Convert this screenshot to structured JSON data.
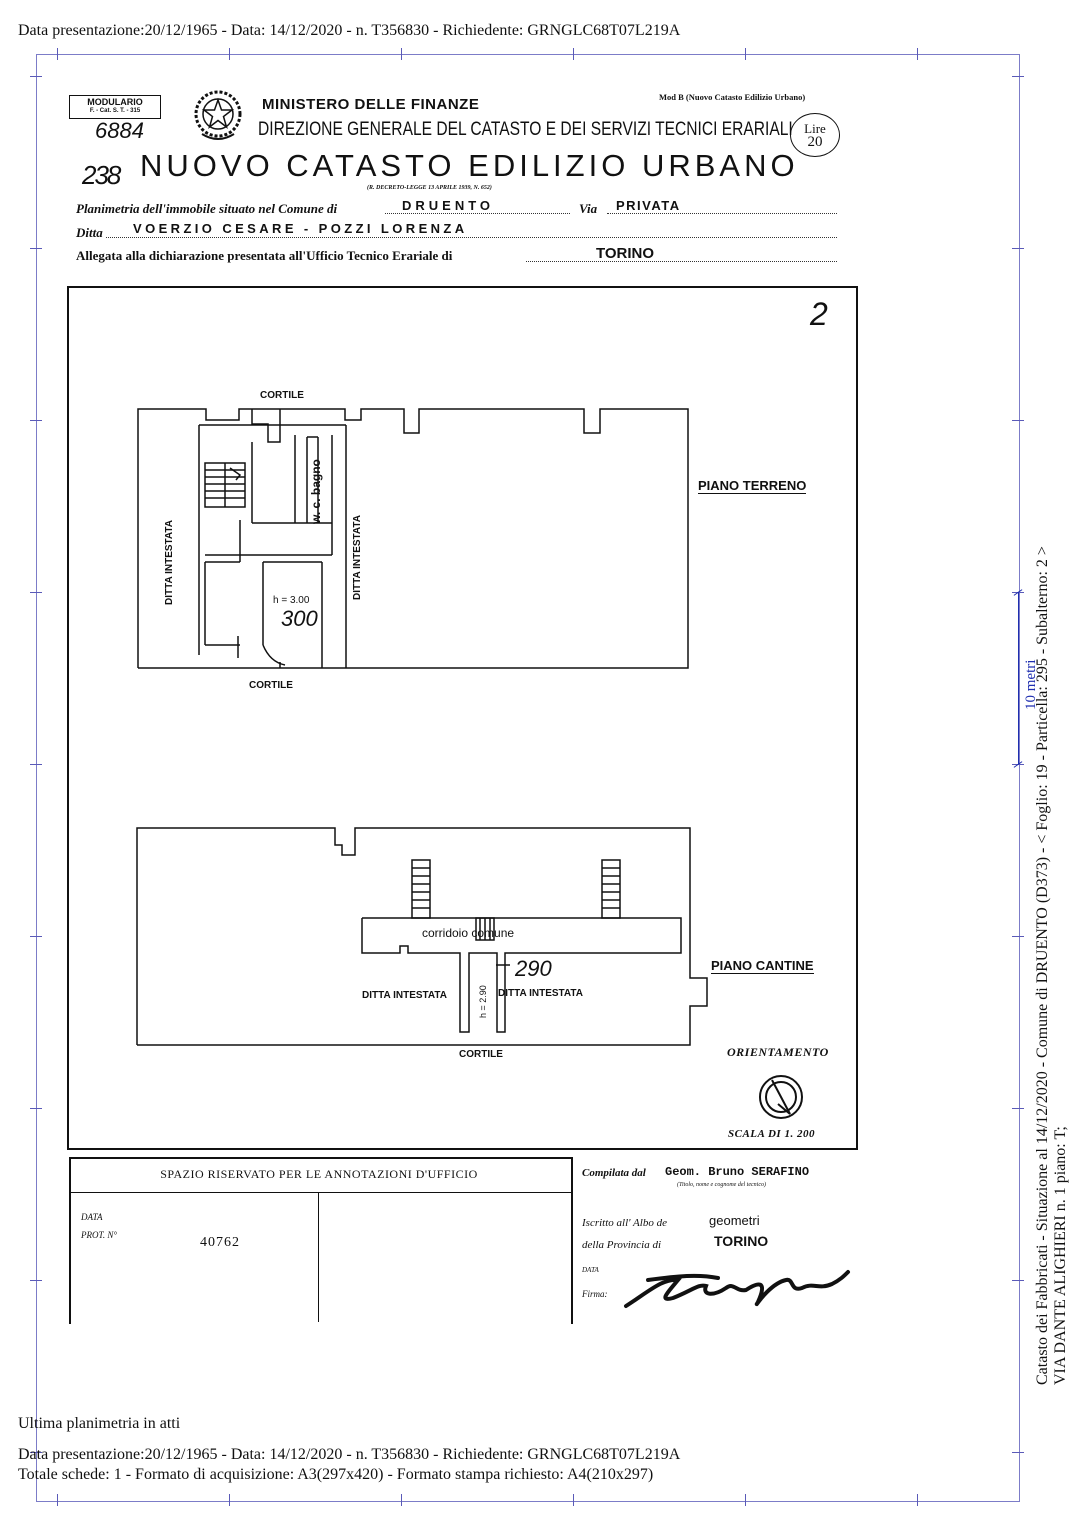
{
  "header": {
    "top_line": "Data presentazione:20/12/1965 - Data: 14/12/2020 - n. T356830 - Richiedente: GRNGLC68T07L219A"
  },
  "form": {
    "modulario_title": "MODULARIO",
    "modulario_code": "F. - Cat. S. T. - 315",
    "handwritten_number": "6884",
    "handwritten_prefix": "238",
    "ministry": "MINISTERO DELLE FINANZE",
    "direction": "DIREZIONE GENERALE DEL CATASTO E DEI SERVIZI TECNICI ERARIALI",
    "mod_label": "Mod B (Nuovo Catasto Edilizio Urbano)",
    "lire_label": "Lire",
    "lire_value": "20",
    "main_title": "NUOVO CATASTO EDILIZIO URBANO",
    "decree": "(R. DECRETO-LEGGE 13 APRILE 1939, N. 652)",
    "planimetria_label": "Planimetria dell'immobile situato nel Comune di",
    "comune": "DRUENTO",
    "via_label": "Via",
    "via": "PRIVATA",
    "ditta_label": "Ditta",
    "ditta": "VOERZIO CESARE - POZZI LORENZA",
    "allegata_label": "Allegata alla dichiarazione presentata all'Ufficio Tecnico Erariale di",
    "ufficio": "TORINO"
  },
  "drawing": {
    "sheet_number": "2",
    "ground_floor": {
      "label": "PIANO TERRENO",
      "cortile_top": "CORTILE",
      "cortile_bottom": "CORTILE",
      "ditta_left": "DITTA INTESTATA",
      "ditta_right": "DITTA INTESTATA",
      "wc_bagno": "w. c. bagno",
      "height_label": "h = 3.00",
      "height_handwritten": "300"
    },
    "basement": {
      "label": "PIANO CANTINE",
      "corridoio": "corridoio comune",
      "ditta_left": "DITTA INTESTATA",
      "ditta_right": "DITTA INTESTATA",
      "height_label": "h = 2.90",
      "height_handwritten": "290",
      "cortile": "CORTILE"
    },
    "orientamento": "ORIENTAMENTO",
    "scala": "SCALA DI 1. 200"
  },
  "office": {
    "reserved_title": "SPAZIO RISERVATO PER LE ANNOTAZIONI D'UFFICIO",
    "data_label": "DATA",
    "prot_label": "PROT. N°",
    "prot_number": "40762",
    "compilata_label": "Compilata dal",
    "compilata_value": "Geom. Bruno SERAFINO",
    "compilata_sub": "(Titolo, nome e cognome del tecnico)",
    "iscritto_label": "Iscritto all' Albo de",
    "iscritto_value": "geometri",
    "provincia_label": "della Provincia di",
    "provincia_value": "TORINO",
    "data_label2": "DATA",
    "firma_label": "Firma:"
  },
  "scale_bar": {
    "label": "10 metri"
  },
  "side_text": {
    "line1": "Catasto dei Fabbricati - Situazione al 14/12/2020 - Comune di DRUENTO (D373) - <  Foglio: 19 - Particella: 295 - Subalterno: 2 >",
    "line2": "VIA DANTE ALIGHIERI n. 1 piano: T;"
  },
  "footer": {
    "ultima": "Ultima planimetria in atti",
    "line1": "Data presentazione:20/12/1965 - Data: 14/12/2020 - n. T356830 - Richiedente: GRNGLC68T07L219A",
    "line2": "Totale schede: 1 - Formato di acquisizione: A3(297x420)  - Formato stampa richiesto: A4(210x297)"
  },
  "colors": {
    "frame": "#7c7cc8",
    "scale_bar": "#1f2fb0",
    "ink": "#111111"
  }
}
